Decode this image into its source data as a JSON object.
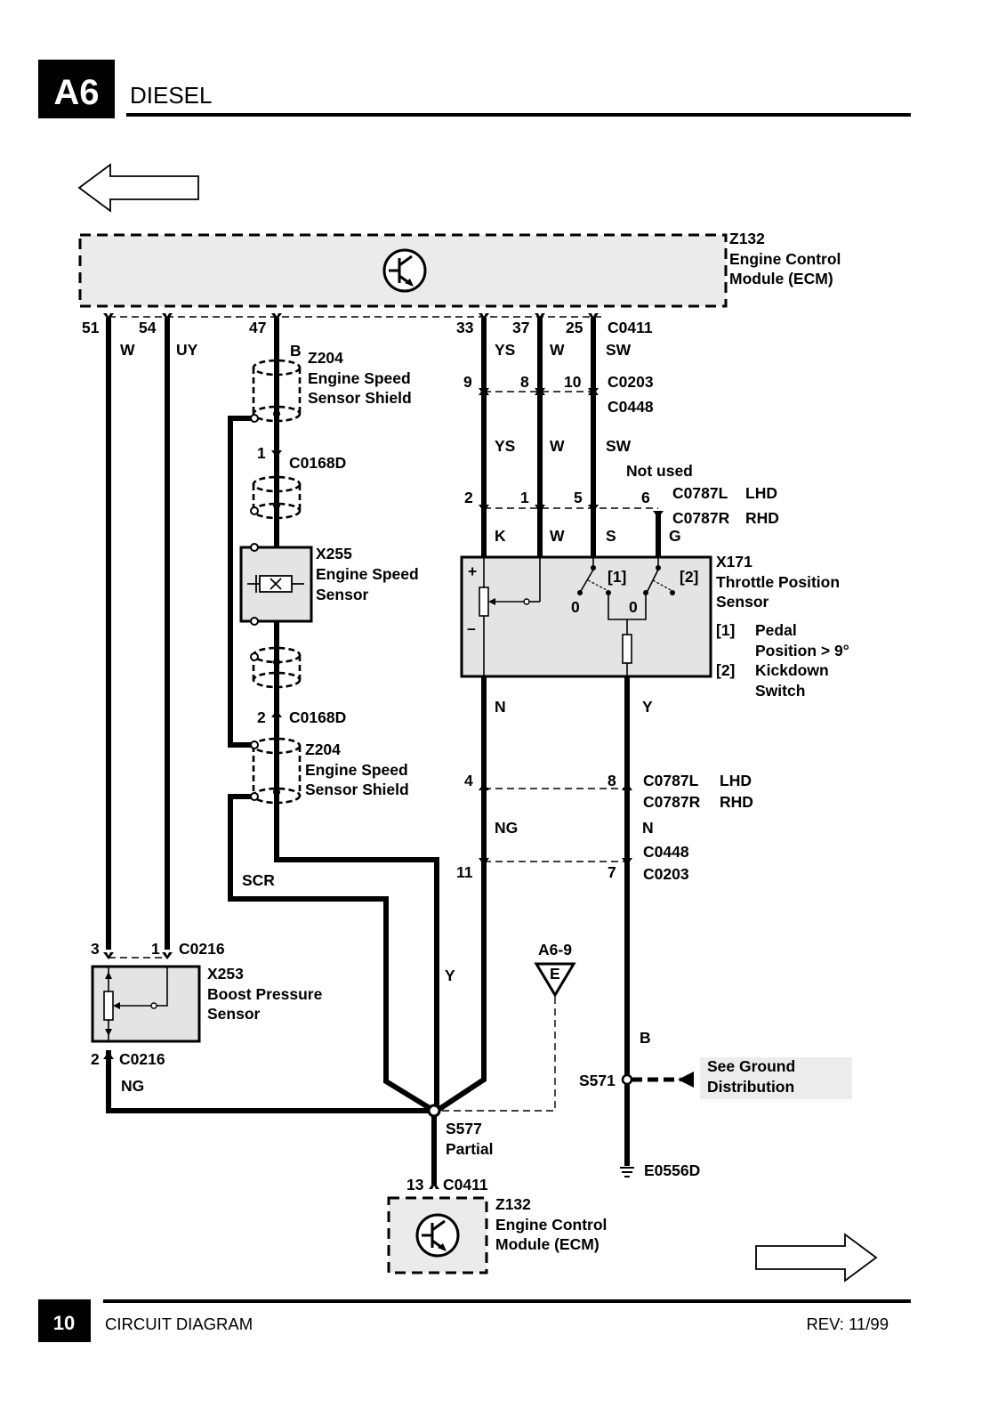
{
  "header": {
    "badge": "A6",
    "title": "DIESEL"
  },
  "footer": {
    "page_number": "10",
    "left_text": "CIRCUIT DIAGRAM",
    "revision": "REV: 11/99"
  },
  "components": {
    "ecm_top": {
      "id": "Z132",
      "line1": "Engine Control",
      "line2": "Module (ECM)",
      "icon": "transistor-icon"
    },
    "ecm_bottom": {
      "id": "Z132",
      "line1": "Engine Control",
      "line2": "Module (ECM)",
      "icon": "transistor-icon"
    },
    "shield_top": {
      "id": "Z204",
      "line1": "Engine Speed",
      "line2": "Sensor Shield"
    },
    "shield_bottom": {
      "id": "Z204",
      "line1": "Engine Speed",
      "line2": "Sensor Shield"
    },
    "speed_sensor": {
      "id": "X255",
      "line1": "Engine Speed",
      "line2": "Sensor"
    },
    "throttle_sensor": {
      "id": "X171",
      "line1": "Throttle Position",
      "line2": "Sensor",
      "note1_key": "[1]",
      "note1_line1": "Pedal",
      "note1_line2": "Position > 9°",
      "note2_key": "[2]",
      "note2_line1": "Kickdown",
      "note2_line2": "Switch",
      "plus": "+",
      "minus": "–",
      "sw1": "[1]",
      "sw2": "[2]",
      "zero1": "0",
      "zero2": "0"
    },
    "boost_sensor": {
      "id": "X253",
      "line1": "Boost Pressure",
      "line2": "Sensor"
    }
  },
  "connectors": {
    "c0411_top": "C0411",
    "c0203_top": "C0203",
    "c0448_top": "C0448",
    "c0168d_1": "C0168D",
    "c0168d_2": "C0168D",
    "c0787l_top": "C0787L",
    "lhd_top": "LHD",
    "c0787r_top": "C0787R",
    "rhd_top": "RHD",
    "not_used": "Not used",
    "c0787l_bot": "C0787L",
    "lhd_bot": "LHD",
    "c0787r_bot": "C0787R",
    "rhd_bot": "RHD",
    "c0448_bot": "C0448",
    "c0203_bot": "C0203",
    "c0216_top": "C0216",
    "c0216_bot": "C0216",
    "c0411_bot": "C0411",
    "a6_9": "A6-9",
    "e_label": "E",
    "s571": "S571",
    "s577": "S577",
    "partial": "Partial",
    "e0556d": "E0556D",
    "see_ground": "See Ground",
    "distribution": "Distribution"
  },
  "pins": {
    "p51": "51",
    "p54": "54",
    "p47": "47",
    "p33": "33",
    "p37": "37",
    "p25": "25",
    "p9": "9",
    "p8": "8",
    "p10": "10",
    "p2a": "2",
    "p1a": "1",
    "p5": "5",
    "p6": "6",
    "p1_c0168": "1",
    "p2_c0168": "2",
    "p4": "4",
    "p8b": "8",
    "p11": "11",
    "p7": "7",
    "p3": "3",
    "p1_c0216": "1",
    "p2_c0216": "2",
    "p13": "13"
  },
  "wire_colors": {
    "w_51": "W",
    "uy_54": "UY",
    "b_47": "B",
    "ys_33": "YS",
    "w_37": "W",
    "sw_25": "SW",
    "ys_mid": "YS",
    "w_mid": "W",
    "sw_mid": "SW",
    "k": "K",
    "w_tps": "W",
    "s": "S",
    "g": "G",
    "n_left": "N",
    "y_right": "Y",
    "ng_mid": "NG",
    "n_mid": "N",
    "scr": "SCR",
    "y_s577": "Y",
    "ng_boost": "NG",
    "b_ground": "B"
  }
}
